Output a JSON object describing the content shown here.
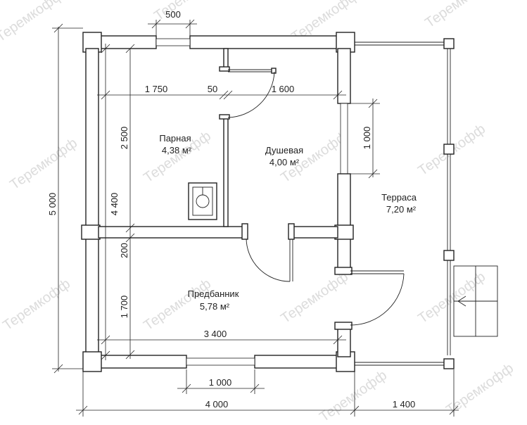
{
  "watermark": "Теремкофф",
  "rooms": {
    "parnaya": {
      "name": "Парная",
      "area": "4,38 м²"
    },
    "dushevaya": {
      "name": "Душевая",
      "area": "4,00 м²"
    },
    "terrasa": {
      "name": "Терраса",
      "area": "7,20 м²"
    },
    "predbannik": {
      "name": "Предбанник",
      "area": "5,78 м²"
    }
  },
  "dimensions": {
    "top_window": "500",
    "parnaya_width": "1 750",
    "partition": "50",
    "dush_width": "1 600",
    "parnaya_depth": "2 500",
    "inner_height": "4 400",
    "total_depth": "5 000",
    "window_right": "1 000",
    "gap": "200",
    "predbannik_depth": "1 700",
    "predbannik_width": "3 400",
    "bottom_window": "1 000",
    "total_width": "4 000",
    "terrace_width": "1 400"
  }
}
